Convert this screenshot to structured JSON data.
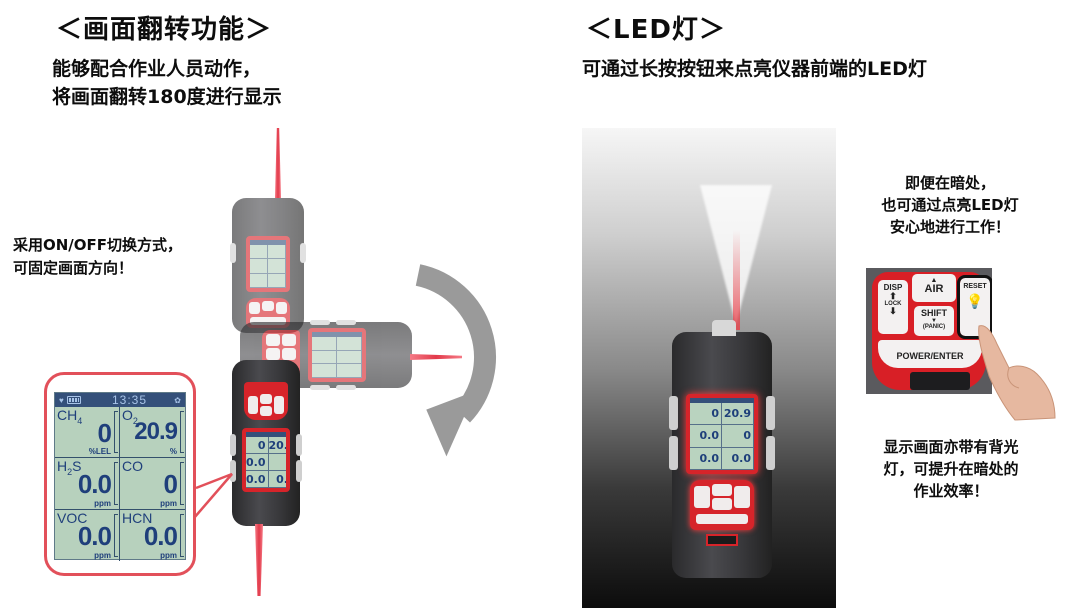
{
  "left_section": {
    "title": "＜画面翻转功能＞",
    "subtitle_lines": [
      "能够配合作业人员动作，",
      "将画面翻转180度进行显示"
    ],
    "note_lines": [
      "采用ON/OFF切换方式，",
      "可固定画面方向！"
    ],
    "zoomed_display": {
      "time": "13:35",
      "cells": [
        {
          "gas": "CH",
          "sub": "4",
          "value": "0",
          "unit": "%LEL"
        },
        {
          "gas": "O",
          "sub": "2",
          "value": "20.9",
          "unit": "%"
        },
        {
          "gas": "H",
          "sub": "2",
          "gas2": "S",
          "value": "0.0",
          "unit": "ppm"
        },
        {
          "gas": "CO",
          "sub": "",
          "value": "0",
          "unit": "ppm"
        },
        {
          "gas": "VOC",
          "sub": "",
          "value": "0.0",
          "unit": "ppm"
        },
        {
          "gas": "HCN",
          "sub": "",
          "value": "0.0",
          "unit": "ppm"
        }
      ]
    },
    "device_screen_values": [
      "0",
      "20.9",
      "0.0",
      "0",
      "0.0",
      "0.0"
    ]
  },
  "right_section": {
    "title": "＜LED灯＞",
    "subtitle": "可通过长按按钮来点亮仪器前端的LED灯",
    "note_top_lines": [
      "即便在暗处，",
      "也可通过点亮LED灯",
      "安心地进行工作！"
    ],
    "note_bottom_lines": [
      "显示画面亦带有背光",
      "灯，可提升在暗处的",
      "作业效率！"
    ],
    "keypad": {
      "disp": "DISP",
      "lock": "LOCK",
      "air": "AIR",
      "shift": "SHIFT",
      "panic": "(PANIC)",
      "reset": "RESET",
      "power": "POWER/ENTER"
    }
  },
  "colors": {
    "accent_red": "#d6242a",
    "lcd_green": "#b7d1bd",
    "lcd_text": "#1f3f7b",
    "arrow_gray": "#9a9a9a"
  }
}
